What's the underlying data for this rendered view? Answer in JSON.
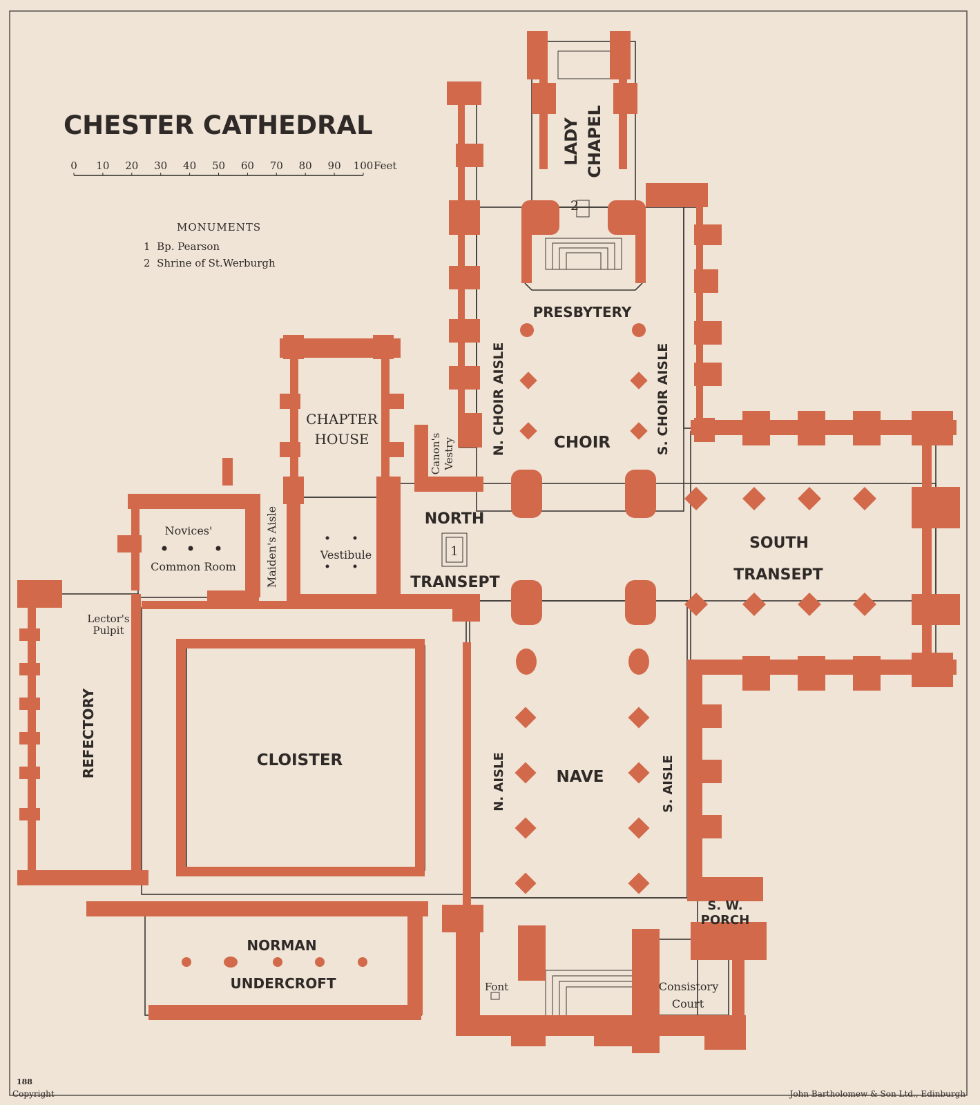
{
  "map": {
    "title": "CHESTER CATHEDRAL",
    "scale": {
      "ticks": [
        "0",
        "10",
        "20",
        "30",
        "40",
        "50",
        "60",
        "70",
        "80",
        "90",
        "100"
      ],
      "unit": "Feet"
    },
    "monuments": {
      "heading": "MONUMENTS",
      "items": [
        "1  Bp. Pearson",
        "2  Shrine of St.Werburgh"
      ],
      "markers": [
        "1",
        "2"
      ]
    },
    "labels": {
      "lady_chapel": [
        "LADY",
        "CHAPEL"
      ],
      "presbytery": "PRESBYTERY",
      "n_choir_aisle": "N. CHOIR AISLE",
      "s_choir_aisle": "S. CHOIR AISLE",
      "choir": "CHOIR",
      "chapter_house": [
        "CHAPTER",
        "HOUSE"
      ],
      "canons_vestry": [
        "Canon's",
        "Vestry"
      ],
      "north_transept": [
        "NORTH",
        "TRANSEPT"
      ],
      "south_transept": [
        "SOUTH",
        "TRANSEPT"
      ],
      "novices_common_room": [
        "Novices'",
        "Common Room"
      ],
      "maidens_aisle": "Maiden's Aisle",
      "vestibule": "Vestibule",
      "lectors_pulpit": [
        "Lector's",
        "Pulpit"
      ],
      "refectory": "REFECTORY",
      "cloister": "CLOISTER",
      "n_aisle": "N. AISLE",
      "nave": "NAVE",
      "s_aisle": "S. AISLE",
      "sw_porch": [
        "S. W.",
        "PORCH"
      ],
      "norman_undercroft": [
        "NORMAN",
        "UNDERCROFT"
      ],
      "font": "Font",
      "consistory_court": [
        "Consistory",
        "Court"
      ]
    },
    "footer": {
      "page_number": "188",
      "copyright": "Copyright",
      "publisher": "John Bartholomew & Son Ltd., Edinburgh"
    },
    "colors": {
      "paper": "#efe4d6",
      "walls": "#d2694a",
      "ink": "#2f2a27"
    }
  }
}
